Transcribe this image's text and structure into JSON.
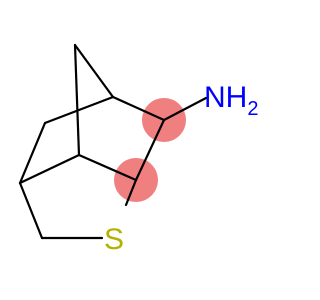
{
  "molecule": {
    "atoms": {
      "amine": {
        "symbol": "NH",
        "subscript": "2",
        "color": "#0000ff"
      },
      "sulfur": {
        "symbol": "S",
        "color": "#b2b200"
      }
    },
    "highlight_color": "#f08080",
    "bond_color": "#000000"
  }
}
